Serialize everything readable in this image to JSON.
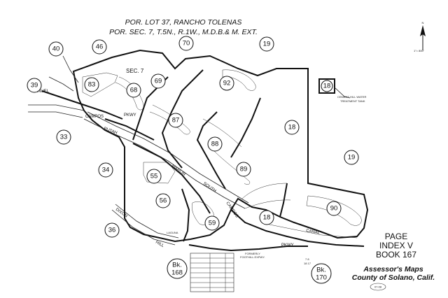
{
  "header": {
    "line1": "POR. LOT 37, RANCHO TOLENAS",
    "line2": "POR. SEC. 7, T.5N., R.1W., M.D.B.& M. EXT."
  },
  "section_label": "SEC. 7",
  "adjacent_pages": [
    "40",
    "46",
    "70",
    "19",
    "39",
    "33",
    "34",
    "36",
    "19"
  ],
  "parcel_pages": [
    "83",
    "68",
    "69",
    "92",
    "87",
    "88",
    "89",
    "55",
    "56",
    "59",
    "18",
    "90"
  ],
  "inset_page": "18",
  "inset_caption_1": "CEMENT HILL WATER",
  "inset_caption_2": "TREATMENT TANK",
  "roads": {
    "manuel": "MANUEL",
    "campos": "CAMPOS",
    "pkwy": "PKWY",
    "putah": "PUTAH",
    "marlin": "MARLIN",
    "dixon": "DIXON",
    "hill": "HILL",
    "south": "SOUTH",
    "campos2": "CAMPOS",
    "canal": "CANAL",
    "pkwy2": "PKWY",
    "laguna": "LAGUNA",
    "former_1": "FORMERLY",
    "former_2": "FOOTHILL EXPWY."
  },
  "book_refs": [
    {
      "top": "Bk.",
      "bottom": "168"
    },
    {
      "top": "Bk.",
      "bottom": "170"
    }
  ],
  "page_box": {
    "line1": "PAGE",
    "line2": "INDEX V",
    "line3": "BOOK 167"
  },
  "credit": {
    "line1": "Assessor's Maps",
    "line2": "County of Solano, Calif."
  },
  "stamp": "07-08",
  "north_arrow": "N",
  "scale_label": "1\"= 800'",
  "corner_label_1": "7   8",
  "corner_label_2": "18  17"
}
